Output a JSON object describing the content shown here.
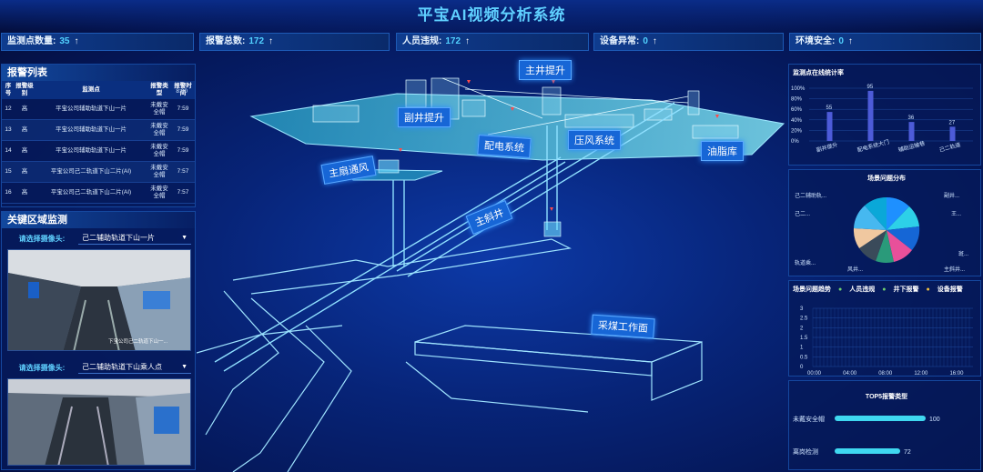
{
  "app": {
    "title": "平宝AI视频分析系统"
  },
  "stats": [
    {
      "label": "监测点数量:",
      "value": "35"
    },
    {
      "label": "报警总数:",
      "value": "172"
    },
    {
      "label": "人员违规:",
      "value": "172"
    },
    {
      "label": "设备异常:",
      "value": "0"
    },
    {
      "label": "环境安全:",
      "value": "0"
    }
  ],
  "alarm_list": {
    "title": "报警列表",
    "headers": [
      "序号",
      "报警级别",
      "监测点",
      "报警类型",
      "报警时间"
    ],
    "rows": [
      [
        "12",
        "高",
        "平宝公司辅助轨道下山一片",
        "未戴安全帽",
        "7:59"
      ],
      [
        "13",
        "高",
        "平宝公司辅助轨道下山一片",
        "未戴安全帽",
        "7:59"
      ],
      [
        "14",
        "高",
        "平宝公司辅助轨道下山一片",
        "未戴安全帽",
        "7:59"
      ],
      [
        "15",
        "高",
        "平宝公司己二轨道下山二片(AI)",
        "未戴安全帽",
        "7:57"
      ],
      [
        "16",
        "高",
        "平宝公司己二轨道下山二片(AI)",
        "未戴安全帽",
        "7:57"
      ]
    ],
    "top_time": "8:00"
  },
  "key_area": {
    "title": "关键区域监测",
    "cam1": {
      "label": "请选择摄像头:",
      "value": "己二辅助轨道下山一片",
      "caption": "下宝公司己二轨道下山一..."
    },
    "cam2": {
      "label": "请选择摄像头:",
      "value": "己二辅助轨道下山乘人点"
    }
  },
  "map_labels": {
    "main_shaft": "主井提升",
    "aux_shaft": "副井提升",
    "power": "配电系统",
    "compressor": "压风系统",
    "oil": "油脂库",
    "vent": "主扇通风",
    "incline": "主斜井",
    "face": "采煤工作面"
  },
  "right": {
    "online_title": "监测点在线统计率",
    "online": {
      "yticks": [
        "100%",
        "80%",
        "60%",
        "40%",
        "20%",
        "0%"
      ],
      "values": [
        55,
        95,
        36,
        27
      ],
      "categories": [
        "副井提升",
        "配电系统大门",
        "辅助运输巷",
        "己二轨道"
      ]
    },
    "dist_title": "场景问题分布",
    "dist_labels": [
      "己二辅助轨...",
      "己二...",
      "副井...",
      "王...",
      "斑...",
      "主斜井...",
      "风井...",
      "轨道乘..."
    ],
    "trend_title": "场景问题趋势",
    "trend_legend": [
      "人员违规",
      "井下报警",
      "设备报警"
    ],
    "trend_y": [
      "3",
      "2.5",
      "2",
      "1.5",
      "1",
      "0.5",
      "0"
    ],
    "trend_x": [
      "00:00",
      "04:00",
      "08:00",
      "12:00",
      "16:00"
    ],
    "top5_title": "TOP5报警类型",
    "top5": [
      {
        "name": "未戴安全帽",
        "value": "100"
      },
      {
        "name": "离岗检测",
        "value": "72"
      }
    ]
  },
  "chart_data": [
    {
      "type": "bar",
      "title": "监测点在线统计率",
      "categories": [
        "副井提升",
        "配电系统大门",
        "辅助运输巷",
        "己二轨道"
      ],
      "values": [
        55,
        95,
        36,
        27
      ],
      "ylim": [
        0,
        100
      ]
    },
    {
      "type": "bar",
      "title": "TOP5报警类型",
      "categories": [
        "未戴安全帽",
        "离岗检测"
      ],
      "values": [
        100,
        72
      ]
    }
  ]
}
